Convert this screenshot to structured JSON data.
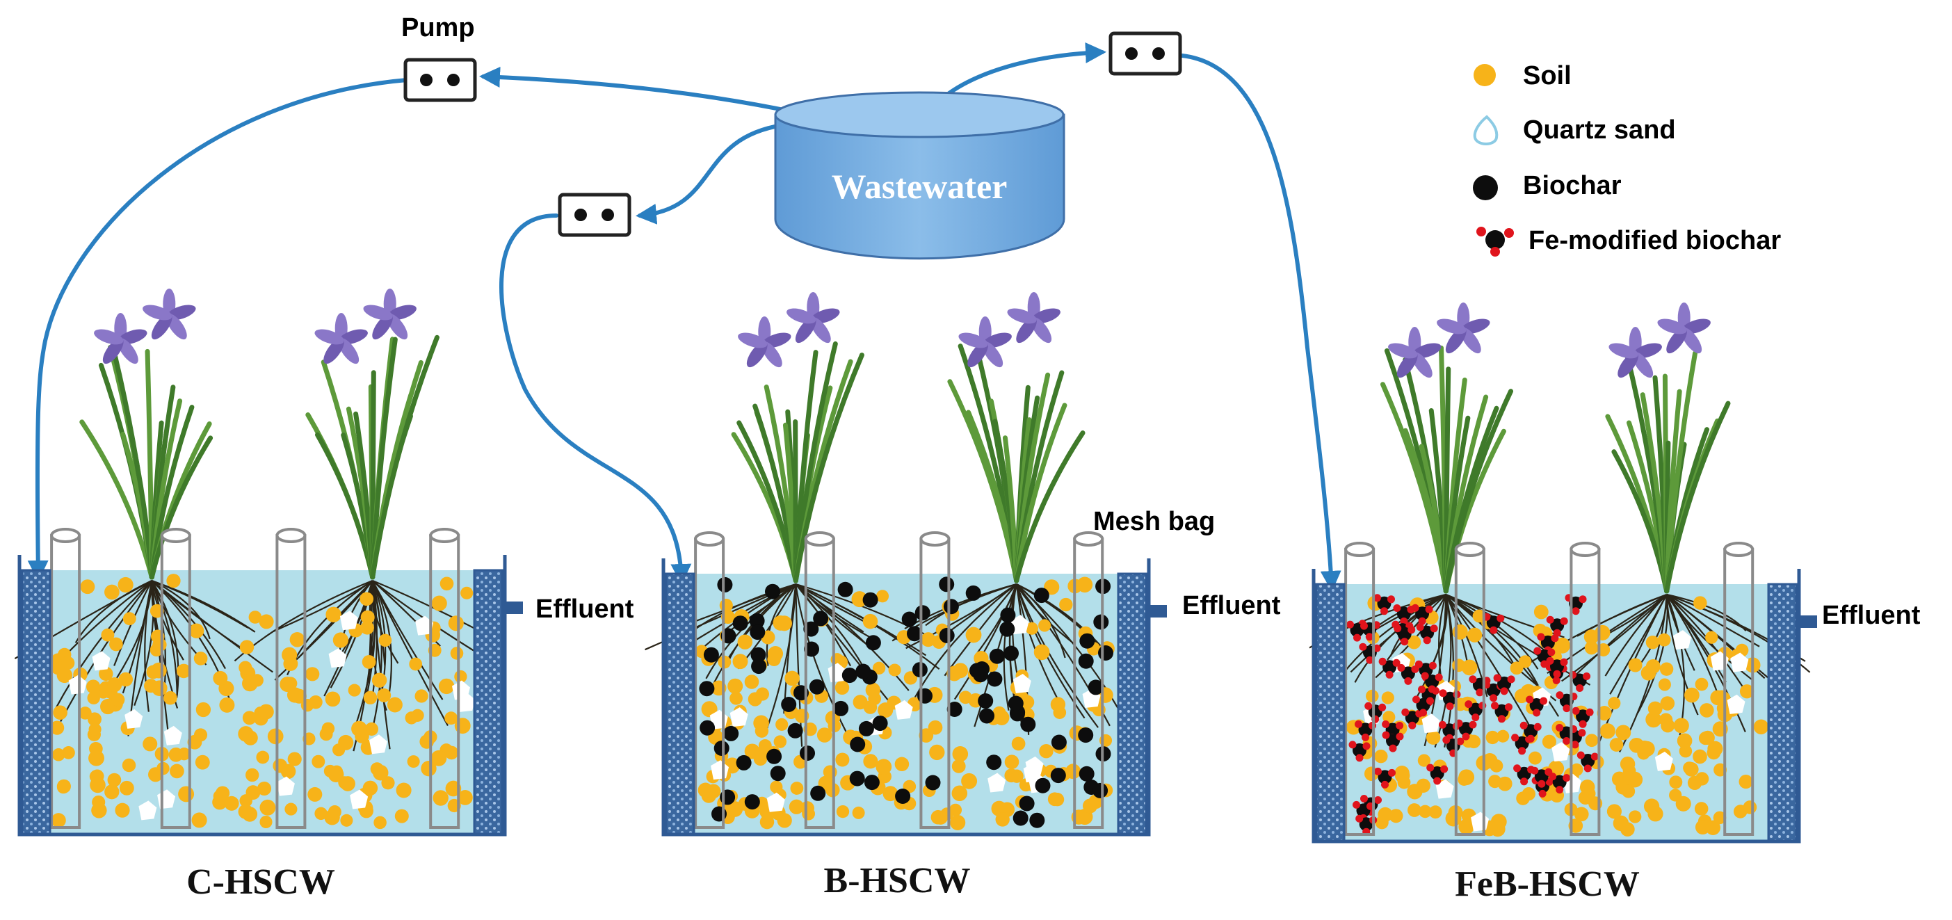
{
  "labels": {
    "pump": "Pump",
    "wastewater": "Wastewater",
    "mesh_bag": "Mesh bag",
    "effluent": "Effluent"
  },
  "legend": [
    {
      "label": "Soil",
      "marker": "soil"
    },
    {
      "label": "Quartz sand",
      "marker": "quartz"
    },
    {
      "label": "Biochar",
      "marker": "biochar"
    },
    {
      "label": "Fe-modified biochar",
      "marker": "fe-biochar"
    }
  ],
  "wetlands": [
    {
      "id": "c",
      "name": "C-HSCW",
      "fill": "soil"
    },
    {
      "id": "b",
      "name": "B-HSCW",
      "fill": "soil-biochar"
    },
    {
      "id": "feb",
      "name": "FeB-HSCW",
      "fill": "soil-fe-biochar"
    }
  ],
  "colors": {
    "water": "#b3dfea",
    "tank": "#7ab3e3",
    "pipe": "#2a7fc1",
    "soil": "#f7b319",
    "biochar": "#0d0d0d",
    "iron": "#e0141c",
    "wall": "#2f5a94"
  }
}
